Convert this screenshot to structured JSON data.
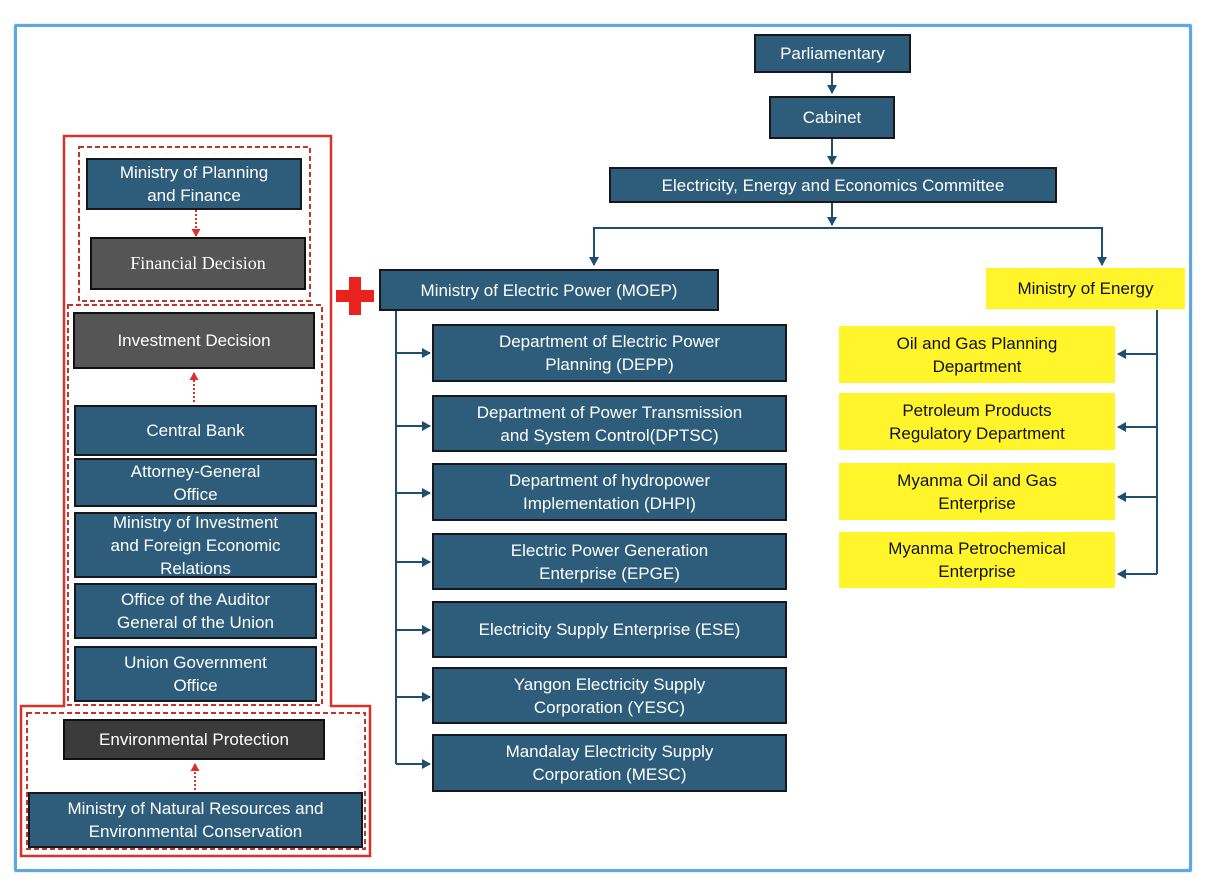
{
  "government": {
    "parliamentary": "Parliamentary",
    "cabinet": "Cabinet",
    "committee": "Electricity, Energy and Economics Committee"
  },
  "moep": {
    "title": "Ministry of Electric Power (MOEP)",
    "departments": [
      [
        "Department of Electric Power",
        "Planning (DEPP)"
      ],
      [
        "Department of Power Transmission",
        "and System Control(DPTSC)"
      ],
      [
        "Department of hydropower",
        "Implementation (DHPI)"
      ],
      [
        "Electric Power Generation",
        "Enterprise (EPGE)"
      ],
      [
        "Electricity Supply Enterprise (ESE)"
      ],
      [
        "Yangon Electricity Supply",
        "Corporation (YESC)"
      ],
      [
        "Mandalay Electricity Supply",
        "Corporation (MESC)"
      ]
    ]
  },
  "moe": {
    "title": "Ministry of Energy",
    "departments": [
      [
        "Oil and Gas Planning",
        "Department"
      ],
      [
        "Petroleum Products",
        "Regulatory Department"
      ],
      [
        "Myanma Oil and Gas",
        "Enterprise"
      ],
      [
        "Myanma Petrochemical",
        "Enterprise"
      ]
    ]
  },
  "financial": {
    "ministry": [
      "Ministry of Planning",
      "and Finance"
    ],
    "decision": "Financial Decision"
  },
  "investment": {
    "decision": "Investment Decision",
    "bodies": [
      [
        "Central Bank"
      ],
      [
        "Attorney-General",
        "Office"
      ],
      [
        "Ministry of Investment",
        "and Foreign Economic",
        "Relations"
      ],
      [
        "Office of the Auditor",
        "General of the Union"
      ],
      [
        "Union Government",
        "Office"
      ]
    ]
  },
  "environment": {
    "decision": "Environmental Protection",
    "ministry": [
      "Ministry of Natural Resources and",
      "Environmental Conservation"
    ]
  },
  "colors": {
    "box_blue": "#2d5d7b",
    "box_yellow": "#fff52a",
    "accent_red": "#d9322a",
    "frame_blue": "#5aa9e6"
  }
}
